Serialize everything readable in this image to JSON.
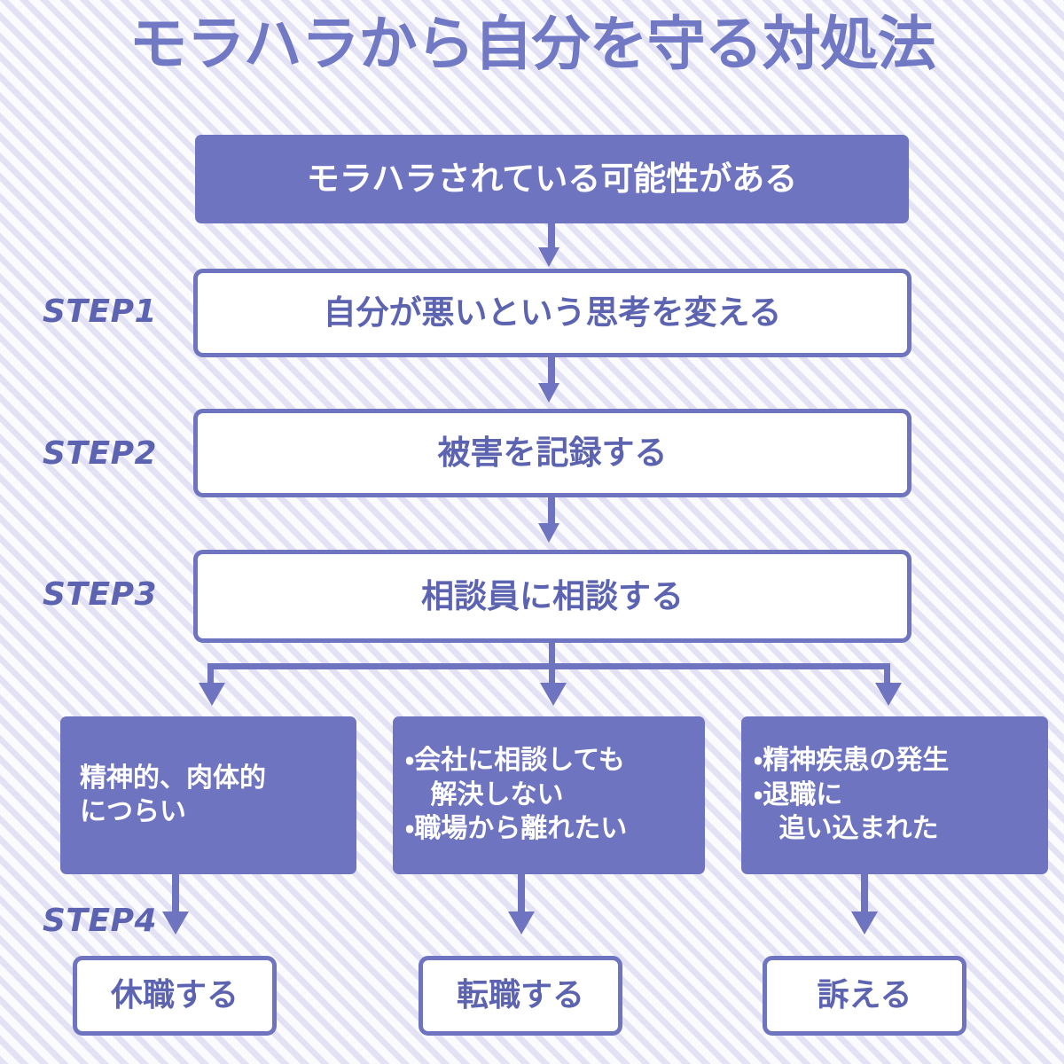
{
  "title": "モラハラから自分を守る対処法",
  "colors": {
    "accent": "#6e74bf",
    "title_text": "#7179c4",
    "box_text": "#5c63b0",
    "filled_box_text": "#ffffff",
    "background": "#ffffff",
    "stripe": "#e2e2f4"
  },
  "step_labels": {
    "step1": "STEP1",
    "step2": "STEP2",
    "step3": "STEP3",
    "step4": "STEP4"
  },
  "flow": {
    "start": {
      "text": "モラハラされている可能性がある",
      "style": "filled"
    },
    "steps": [
      {
        "step": "STEP1",
        "text": "自分が悪いという思考を変える",
        "style": "outlined"
      },
      {
        "step": "STEP2",
        "text": "被害を記録する",
        "style": "outlined"
      },
      {
        "step": "STEP3",
        "text": "相談員に相談する",
        "style": "outlined"
      }
    ],
    "branches": [
      {
        "style": "filled",
        "lines": [
          "精神的、肉体的",
          "につらい"
        ],
        "outcome": {
          "text": "休職する",
          "style": "outlined"
        }
      },
      {
        "style": "filled",
        "lines": [
          "・会社に相談しても",
          "解決しない",
          "・職場から離れたい"
        ],
        "outcome": {
          "text": "転職する",
          "style": "outlined"
        }
      },
      {
        "style": "filled",
        "lines": [
          "・精神疾患の発生",
          "・退職に",
          "追い込まれた"
        ],
        "outcome": {
          "text": "訴える",
          "style": "outlined"
        }
      }
    ]
  }
}
